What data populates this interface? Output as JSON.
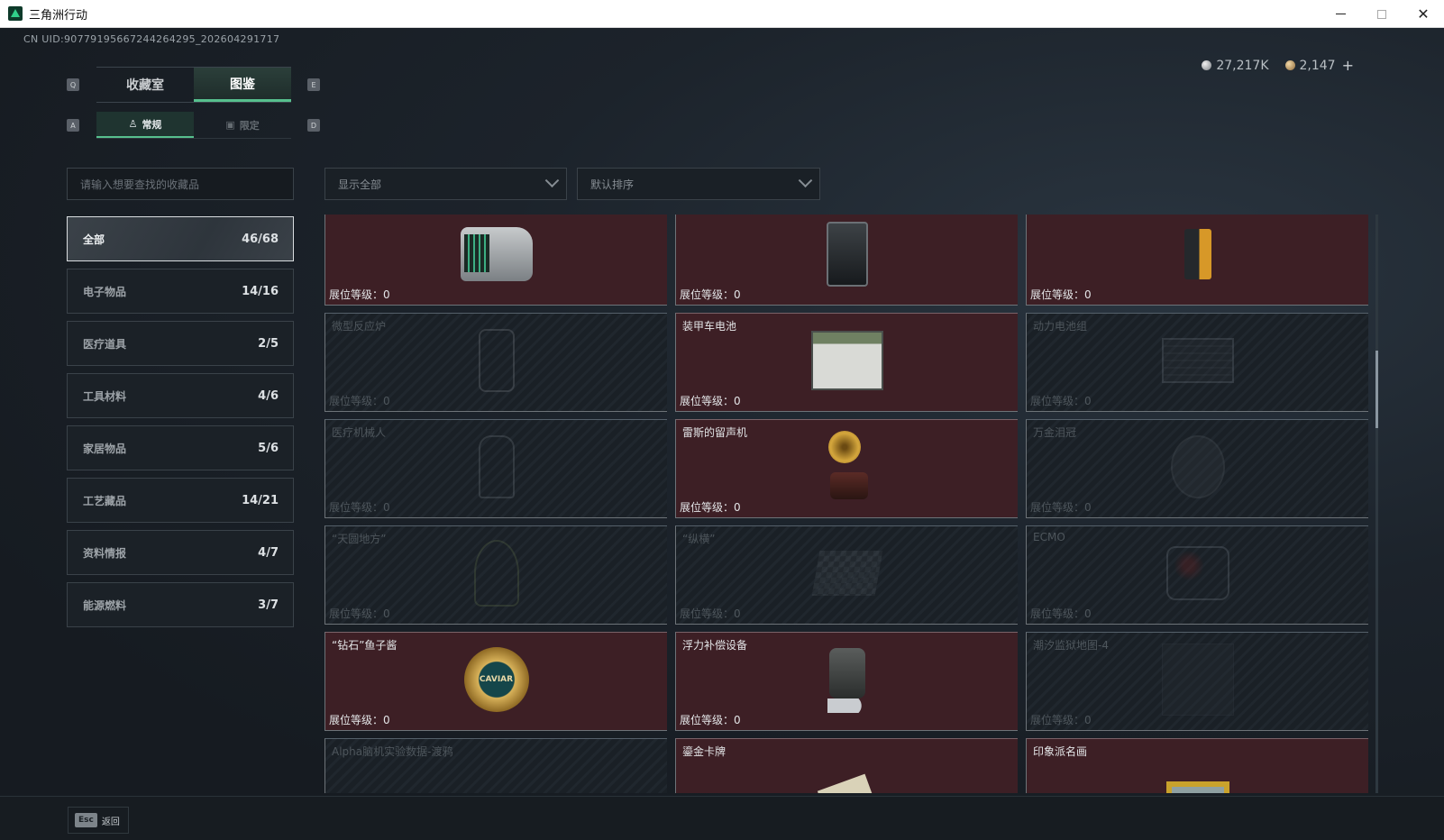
{
  "window": {
    "title": "三角洲行动",
    "controls": {
      "minimize": "minimize",
      "maximize": "maximize",
      "close": "✕"
    }
  },
  "header": {
    "uid": "CN UID:9077919566 7244264295_202604291717",
    "uid_text": "CN UID:90779195667244264295_202604291717",
    "main_tabs": [
      {
        "label": "收藏室",
        "active": false
      },
      {
        "label": "图鉴",
        "active": true
      }
    ],
    "main_tabs_keys": {
      "left": "Q",
      "right": "E"
    },
    "sub_tabs": [
      {
        "label": "常规",
        "icon": "figure-icon",
        "active": true
      },
      {
        "label": "限定",
        "icon": "image-icon",
        "active": false
      }
    ],
    "sub_tabs_keys": {
      "left": "A",
      "right": "D"
    },
    "currency": [
      {
        "icon": "silver-coin-icon",
        "value": "27,217K"
      },
      {
        "icon": "gold-coin-icon",
        "value": "2,147"
      }
    ],
    "currency_add": "+"
  },
  "search": {
    "placeholder": "请输入想要查找的收藏品"
  },
  "filters": {
    "show": "显示全部",
    "sort": "默认排序"
  },
  "sidebar": {
    "categories": [
      {
        "label": "全部",
        "count": "46/68",
        "active": true
      },
      {
        "label": "电子物品",
        "count": "14/16",
        "active": false
      },
      {
        "label": "医疗道具",
        "count": "2/5",
        "active": false
      },
      {
        "label": "工具材料",
        "count": "4/6",
        "active": false
      },
      {
        "label": "家居物品",
        "count": "5/6",
        "active": false
      },
      {
        "label": "工艺藏品",
        "count": "14/21",
        "active": false
      },
      {
        "label": "资料情报",
        "count": "4/7",
        "active": false
      },
      {
        "label": "能源燃料",
        "count": "3/7",
        "active": false
      }
    ]
  },
  "grid": {
    "level_label": "展位等级：",
    "items": [
      {
        "name": "",
        "level": "0",
        "owned": true,
        "shape": "device"
      },
      {
        "name": "",
        "level": "0",
        "owned": true,
        "shape": "cleaner"
      },
      {
        "name": "",
        "level": "0",
        "owned": true,
        "shape": "bag"
      },
      {
        "name": "微型反应炉",
        "level": "0",
        "owned": false,
        "shape": "reactor"
      },
      {
        "name": "装甲车电池",
        "level": "0",
        "owned": true,
        "shape": "battery"
      },
      {
        "name": "动力电池组",
        "level": "0",
        "owned": false,
        "shape": "powerpack"
      },
      {
        "name": "医疗机械人",
        "level": "0",
        "owned": false,
        "shape": "robot"
      },
      {
        "name": "雷斯的留声机",
        "level": "0",
        "owned": true,
        "shape": "gramophone"
      },
      {
        "name": "万金泪冠",
        "level": "0",
        "owned": false,
        "shape": "helmet"
      },
      {
        "name": "“天圆地方”",
        "level": "0",
        "owned": false,
        "shape": "globe"
      },
      {
        "name": "“纵横”",
        "level": "0",
        "owned": false,
        "shape": "chess"
      },
      {
        "name": "ECMO",
        "level": "0",
        "owned": false,
        "shape": "ecmo"
      },
      {
        "name": "“钻石”鱼子酱",
        "level": "0",
        "owned": true,
        "shape": "caviar",
        "badge": "CAVIAR"
      },
      {
        "name": "浮力补偿设备",
        "level": "0",
        "owned": true,
        "shape": "buoy"
      },
      {
        "name": "潮汐监狱地图-4",
        "level": "0",
        "owned": false,
        "shape": "map"
      },
      {
        "name": "Alpha脑机实验数据-渡鸦",
        "level": "",
        "owned": false,
        "shape": "alpha"
      },
      {
        "name": "鎏金卡牌",
        "level": "",
        "owned": true,
        "shape": "card"
      },
      {
        "name": "印象派名画",
        "level": "",
        "owned": true,
        "shape": "painting"
      }
    ]
  },
  "footer": {
    "esc_key": "Esc",
    "esc_label": "返回"
  },
  "colors": {
    "accent_green": "#57c08e",
    "owned_card_bg": "#3d1f25",
    "locked_card_bg": "#1a2026",
    "page_bg": "#1a2027"
  }
}
